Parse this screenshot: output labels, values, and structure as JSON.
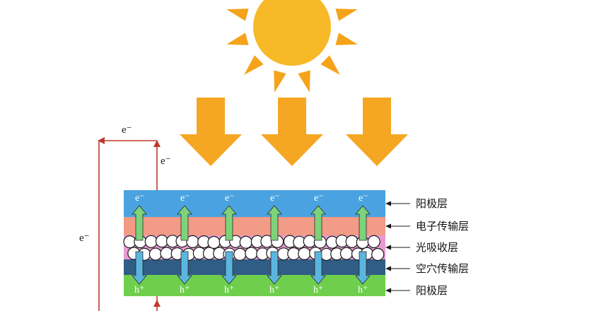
{
  "colors": {
    "sun": "#f5a31a",
    "sun_core": "#f7b928",
    "incoming_arrow": "#f5a623",
    "circuit_wire": "#c0392b",
    "layer_cathode_top": "#4aa3e0",
    "layer_electron_transport": "#f29b86",
    "layer_absorber": "#e89bd3",
    "layer_hole_transport": "#2f5d85",
    "layer_anode_bottom": "#6fcf4c",
    "electron_arrow": "#7dd37a",
    "hole_arrow": "#5ab6e0"
  },
  "circuit": {
    "top_label": "e⁻",
    "right_label": "e⁻",
    "left_label": "e⁻"
  },
  "device": {
    "electron_labels": [
      "e⁻",
      "e⁻",
      "e⁻",
      "e⁻",
      "e⁻",
      "e⁻"
    ],
    "hole_labels": [
      "h⁺",
      "h⁺",
      "h⁺",
      "h⁺",
      "h⁺",
      "h⁺"
    ]
  },
  "layer_labels": [
    "阳极层",
    "电子传输层",
    "光吸收层",
    "空穴传输层",
    "阳极层"
  ]
}
